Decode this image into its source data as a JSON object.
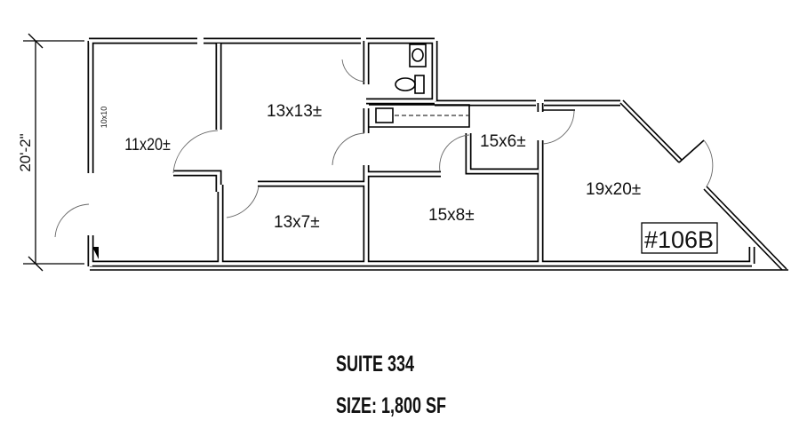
{
  "plan": {
    "dimension_label": "20'-2\"",
    "closet_label": "10x10",
    "rooms": [
      {
        "id": "office-left",
        "label": "11x20±"
      },
      {
        "id": "office-center",
        "label": "13x13±"
      },
      {
        "id": "office-small",
        "label": "13x7±"
      },
      {
        "id": "office-mid",
        "label": "15x8±"
      },
      {
        "id": "storage",
        "label": "15x6±"
      },
      {
        "id": "office-large",
        "label": "19x20±"
      }
    ],
    "unit_tag": "#106B"
  },
  "caption": {
    "suite": "SUITE 334",
    "size": "SIZE: 1,800 SF"
  }
}
